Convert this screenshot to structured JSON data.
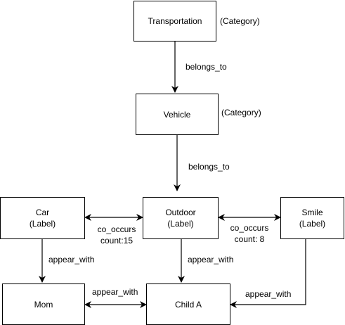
{
  "nodes": {
    "transportation": {
      "title": "Transportation",
      "tag": "(Category)"
    },
    "vehicle": {
      "title": "Vehicle",
      "tag": "(Category)"
    },
    "car": {
      "title": "Car",
      "subtitle": "(Label)"
    },
    "outdoor": {
      "title": "Outdoor",
      "subtitle": "(Label)"
    },
    "smile": {
      "title": "Smile",
      "subtitle": "(Label)"
    },
    "mom": {
      "title": "Mom"
    },
    "child_a": {
      "title": "Child A"
    }
  },
  "edges": {
    "transport_vehicle": "belongs_to",
    "vehicle_outdoor": "belongs_to",
    "car_outdoor": {
      "line1": "co_occurs",
      "line2": "count:15"
    },
    "outdoor_smile": {
      "line1": "co_occurs",
      "line2": "count: 8"
    },
    "car_mom": "appear_with",
    "outdoor_child": "appear_with",
    "mom_child": "appear_with",
    "smile_child": "appear_with"
  },
  "colors": {
    "stroke": "#000000",
    "background": "#ffffff"
  }
}
